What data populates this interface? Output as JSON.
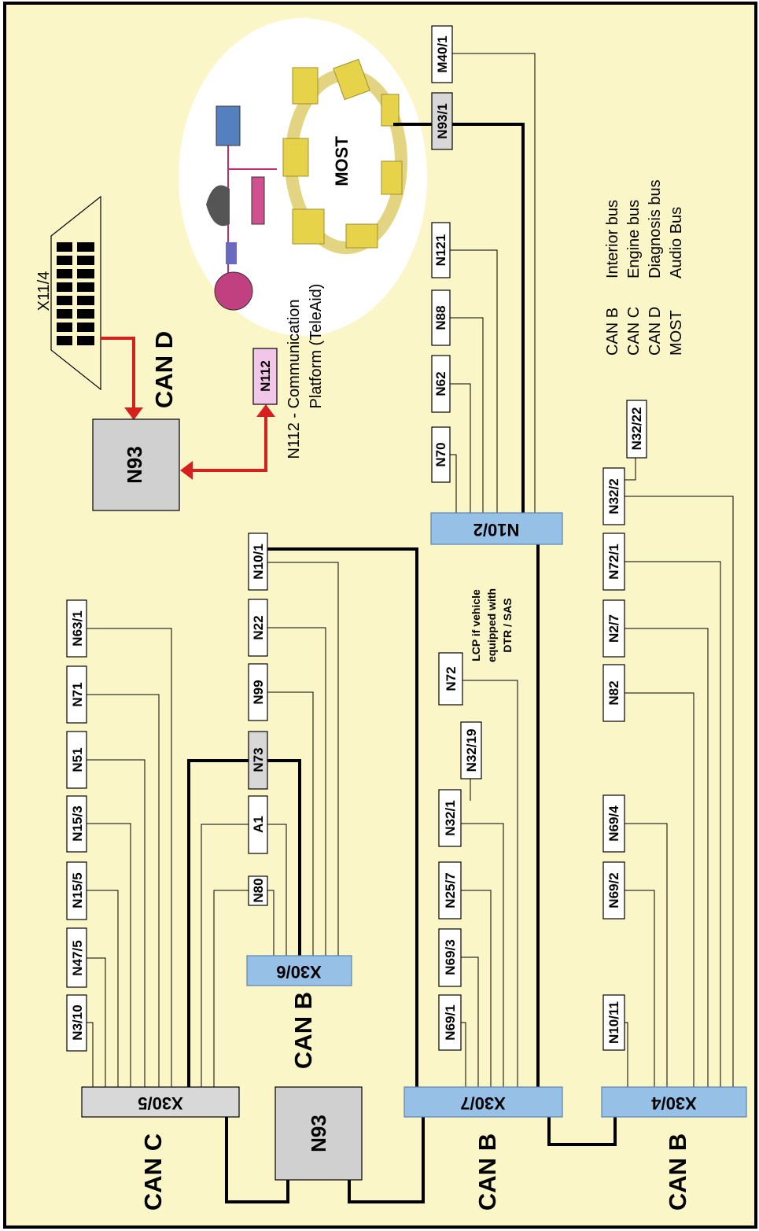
{
  "can_labels": {
    "can_c": "CAN C",
    "can_b_x30_6": "CAN B",
    "can_b_x30_7": "CAN B",
    "can_b_x30_4": "CAN B",
    "can_d": "CAN D"
  },
  "hubs": {
    "x30_5": "X30/5",
    "x30_6": "X30/6",
    "x30_7": "X30/7",
    "x30_4": "X30/4",
    "n10_2": "N10/2"
  },
  "gateway": {
    "bottom": "N93",
    "top": "N93"
  },
  "connector": "X11/4",
  "n112_box": "N112",
  "n112_caption": [
    "N112 - Communication",
    "Platform (TeleAid)"
  ],
  "most_label": "MOST",
  "lcp_note": [
    "LCP if vehicle",
    "equipped with",
    "DTR / SAS"
  ],
  "modules": {
    "x30_5": [
      "N3/10",
      "N47/5",
      "N15/5",
      "N15/3",
      "N51",
      "N71",
      "N63/1"
    ],
    "x30_6": [
      "N80",
      "A1",
      "N73",
      "N99",
      "N22",
      "N10/1"
    ],
    "x30_7": [
      "N69/1",
      "N69/3",
      "N25/7",
      "N32/1",
      "N32/19",
      "N72"
    ],
    "n10_2": [
      "N70",
      "N62",
      "N88",
      "N121",
      "N93/1",
      "M40/1"
    ],
    "x30_4": [
      "N10/11",
      "N69/2",
      "N69/4",
      "N82",
      "N2/7",
      "N72/1",
      "N32/2",
      "N32/22"
    ]
  },
  "legend": [
    {
      "bus": "CAN  B",
      "desc": "Interior bus"
    },
    {
      "bus": "CAN  C",
      "desc": "Engine bus"
    },
    {
      "bus": "CAN  D",
      "desc": "Diagnosis bus"
    },
    {
      "bus": "MOST",
      "desc": "Audio Bus"
    }
  ],
  "colors": {
    "background": "#fbf6c8",
    "hub_blue": "#96c0e6",
    "arrow_red": "#d62020",
    "n112_pink": "#f2c6e8"
  }
}
